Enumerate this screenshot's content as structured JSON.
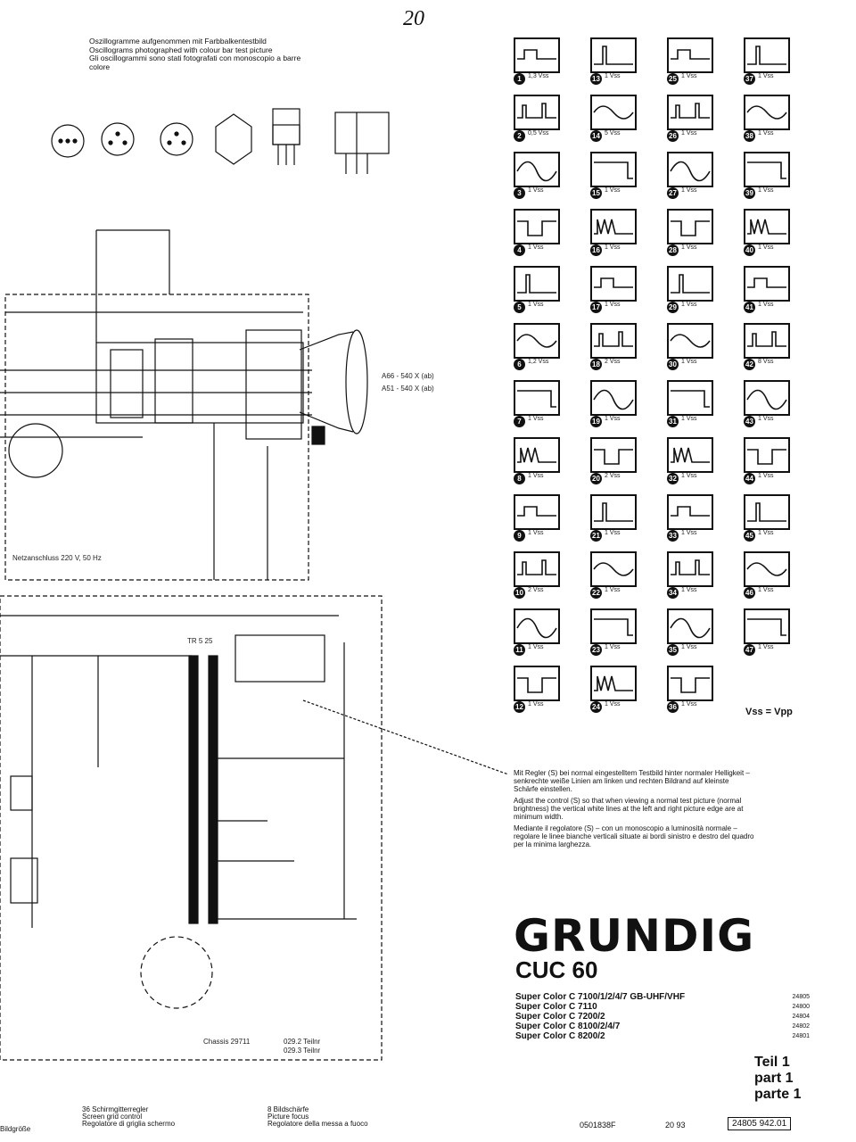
{
  "page_number": "20",
  "caption": [
    "Oszillogramme aufgenommen mit Farbbalkentestbild",
    "Oscillograms photographed with colour bar test picture",
    "Gli oscillogrammi sono stati fotografati con monoscopio a barre colore"
  ],
  "schematic": {
    "crt_label": "A66 - 540 X (ab)",
    "crt_label_2": "A51 - 540 X (ab)",
    "mains_note": "Netzanschluss 220 V, 50 Hz",
    "chassis_label": "Chassis 29711",
    "chassis_codes": [
      "029.2 Teilnr",
      "029.3 Teilnr"
    ],
    "transformer": "TR 5 25",
    "bottom_legend_1": [
      "36 Schirmgitterregler",
      "Screen grid control",
      "Regolatore di griglia schermo"
    ],
    "bottom_legend_2": [
      "8 Bildschärfe",
      "Picture focus",
      "Regolatore della messa a fuoco"
    ],
    "bottom_left": "Bildgröße"
  },
  "waveforms": [
    {
      "n": "1",
      "v": "1,3 Vss"
    },
    {
      "n": "2",
      "v": "0,5 Vss"
    },
    {
      "n": "3",
      "v": "1 Vss"
    },
    {
      "n": "4",
      "v": "1 Vss"
    },
    {
      "n": "5",
      "v": "1 Vss"
    },
    {
      "n": "6",
      "v": "1,2 Vss"
    },
    {
      "n": "7",
      "v": "1 Vss"
    },
    {
      "n": "8",
      "v": "1 Vss"
    },
    {
      "n": "9",
      "v": "1 Vss"
    },
    {
      "n": "10",
      "v": "2 Vss"
    },
    {
      "n": "11",
      "v": "1 Vss"
    },
    {
      "n": "12",
      "v": "1 Vss"
    },
    {
      "n": "13",
      "v": "1 Vss"
    },
    {
      "n": "14",
      "v": "5 Vss"
    },
    {
      "n": "15",
      "v": "1 Vss"
    },
    {
      "n": "16",
      "v": "1 Vss"
    },
    {
      "n": "17",
      "v": "1 Vss"
    },
    {
      "n": "18",
      "v": "2 Vss"
    },
    {
      "n": "19",
      "v": "1 Vss"
    },
    {
      "n": "20",
      "v": "2 Vss"
    },
    {
      "n": "21",
      "v": "1 Vss"
    },
    {
      "n": "22",
      "v": "1 Vss"
    },
    {
      "n": "23",
      "v": "1 Vss"
    },
    {
      "n": "24",
      "v": "1 Vss"
    },
    {
      "n": "25",
      "v": "1 Vss"
    },
    {
      "n": "26",
      "v": "1 Vss"
    },
    {
      "n": "27",
      "v": "1 Vss"
    },
    {
      "n": "28",
      "v": "1 Vss"
    },
    {
      "n": "29",
      "v": "1 Vss"
    },
    {
      "n": "30",
      "v": "1 Vss"
    },
    {
      "n": "31",
      "v": "1 Vss"
    },
    {
      "n": "32",
      "v": "1 Vss"
    },
    {
      "n": "33",
      "v": "1 Vss"
    },
    {
      "n": "34",
      "v": "1 Vss"
    },
    {
      "n": "35",
      "v": "1 Vss"
    },
    {
      "n": "36",
      "v": "1 Vss"
    },
    {
      "n": "37",
      "v": "1 Vss"
    },
    {
      "n": "38",
      "v": "1 Vss"
    },
    {
      "n": "39",
      "v": "1 Vss"
    },
    {
      "n": "40",
      "v": "1 Vss"
    },
    {
      "n": "41",
      "v": "1 Vss"
    },
    {
      "n": "42",
      "v": "8 Vss"
    },
    {
      "n": "43",
      "v": "1 Vss"
    },
    {
      "n": "44",
      "v": "1 Vss"
    },
    {
      "n": "45",
      "v": "1 Vss"
    },
    {
      "n": "46",
      "v": "1 Vss"
    },
    {
      "n": "47",
      "v": "1 Vss"
    }
  ],
  "vss_vpp": "Vss = Vpp",
  "adjust_notes": [
    "Mit Regler (S) bei normal eingestelltem Testbild hinter normaler Helligkeit – senkrechte weiße Linien am linken und rechten Bildrand auf kleinste Schärfe einstellen.",
    "Adjust the control (S) so that when viewing a normal test picture (normal brightness) the vertical white lines at the left and right picture edge are at minimum width.",
    "Mediante il regolatore (S) – con un monoscopio a luminosità normale – regolare le linee bianche verticali situate ai bordi sinistro e destro del quadro per la minima larghezza."
  ],
  "brand": "GRUNDIG",
  "model": "CUC 60",
  "models": [
    {
      "name": "Super Color C 7100/1/2/4/7 GB-UHF/VHF",
      "code": "24805"
    },
    {
      "name": "Super Color C 7110",
      "code": "24800"
    },
    {
      "name": "Super Color C 7200/2",
      "code": "24804"
    },
    {
      "name": "Super Color C 8100/2/4/7",
      "code": "24802"
    },
    {
      "name": "Super Color C 8200/2",
      "code": "24801"
    }
  ],
  "parts": [
    "Teil 1",
    "part 1",
    "parte 1"
  ],
  "footer": {
    "code_left": "0501838F",
    "date": "20 93",
    "part_number": "24805 942.01"
  }
}
